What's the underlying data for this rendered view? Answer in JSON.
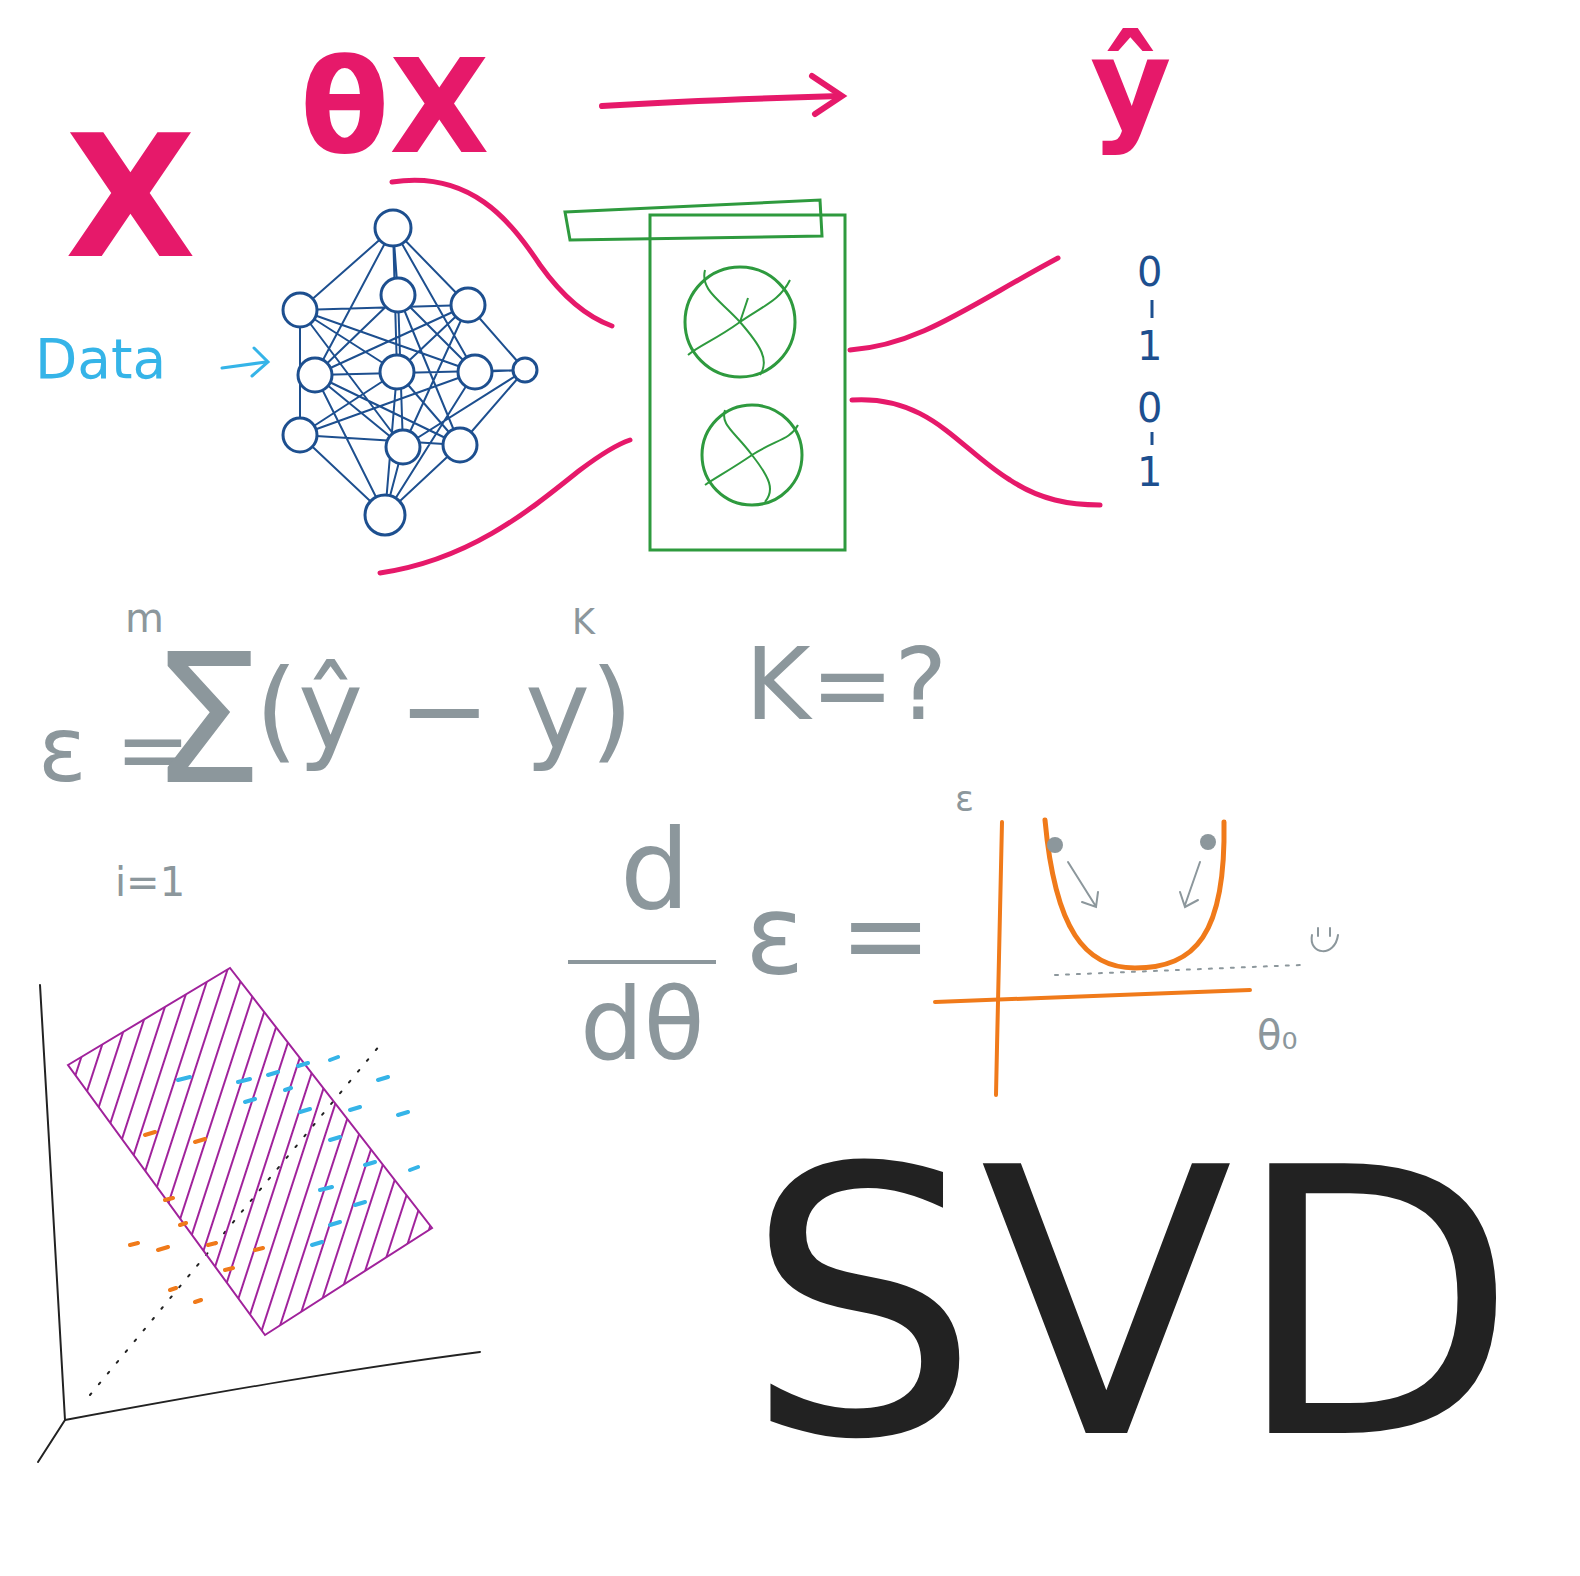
{
  "diagram": {
    "labels": [
      "X",
      "θX",
      "ŷ",
      "Data",
      "0",
      "1",
      "0",
      "1",
      "m",
      "ε =",
      "Σ",
      "(ŷ − y)",
      "K",
      "i=1",
      "K=?",
      "d",
      "dθ",
      "ε =",
      "ε",
      "θ₀",
      "SVD"
    ]
  }
}
